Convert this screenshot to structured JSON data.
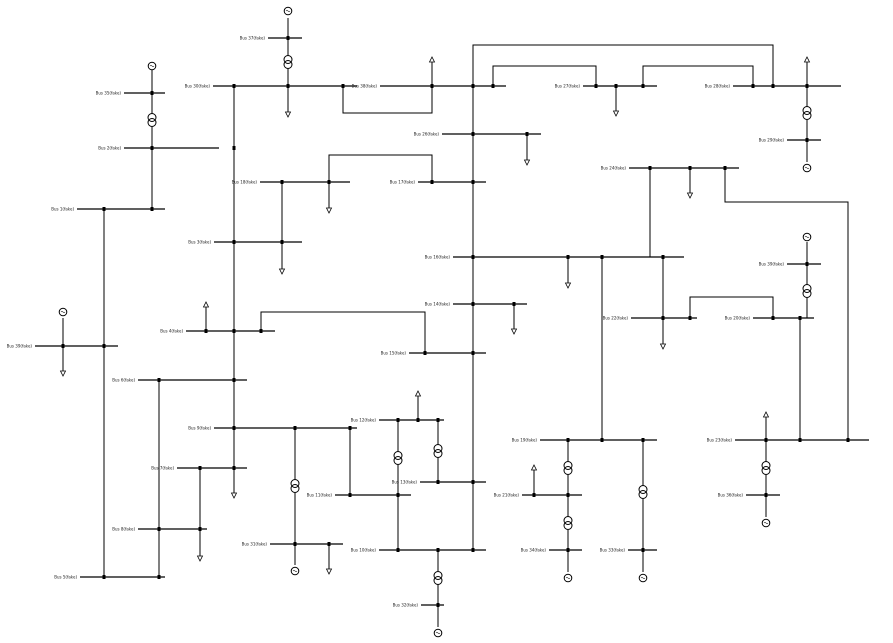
{
  "diagram": {
    "buses": [
      {
        "id": "bus-1",
        "label": "Bus 1(fake)"
      },
      {
        "id": "bus-2",
        "label": "Bus 2(fake)"
      },
      {
        "id": "bus-3",
        "label": "Bus 3(fake)"
      },
      {
        "id": "bus-4",
        "label": "Bus 4(fake)"
      },
      {
        "id": "bus-5",
        "label": "Bus 5(fake)"
      },
      {
        "id": "bus-6",
        "label": "Bus 6(fake)"
      },
      {
        "id": "bus-7",
        "label": "Bus 7(fake)"
      },
      {
        "id": "bus-8",
        "label": "Bus 8(fake)"
      },
      {
        "id": "bus-9",
        "label": "Bus 9(fake)"
      },
      {
        "id": "bus-10",
        "label": "Bus 10(fake)"
      },
      {
        "id": "bus-11",
        "label": "Bus 11(fake)"
      },
      {
        "id": "bus-12",
        "label": "Bus 12(fake)"
      },
      {
        "id": "bus-13",
        "label": "Bus 13(fake)"
      },
      {
        "id": "bus-14",
        "label": "Bus 14(fake)"
      },
      {
        "id": "bus-15",
        "label": "Bus 15(fake)"
      },
      {
        "id": "bus-16",
        "label": "Bus 16(fake)"
      },
      {
        "id": "bus-17",
        "label": "Bus 17(fake)"
      },
      {
        "id": "bus-18",
        "label": "Bus 18(fake)"
      },
      {
        "id": "bus-19",
        "label": "Bus 19(fake)"
      },
      {
        "id": "bus-20",
        "label": "Bus 20(fake)"
      },
      {
        "id": "bus-21",
        "label": "Bus 21(fake)"
      },
      {
        "id": "bus-22",
        "label": "Bus 22(fake)"
      },
      {
        "id": "bus-23",
        "label": "Bus 23(fake)"
      },
      {
        "id": "bus-24",
        "label": "Bus 24(fake)"
      },
      {
        "id": "bus-25",
        "label": "Bus 25(fake)"
      },
      {
        "id": "bus-26",
        "label": "Bus 26(fake)"
      },
      {
        "id": "bus-27",
        "label": "Bus 27(fake)"
      },
      {
        "id": "bus-28",
        "label": "Bus 28(fake)"
      },
      {
        "id": "bus-29",
        "label": "Bus 29(fake)"
      },
      {
        "id": "bus-30",
        "label": "Bus 30(fake)"
      },
      {
        "id": "bus-31",
        "label": "Bus 31(fake)"
      },
      {
        "id": "bus-32",
        "label": "Bus 32(fake)"
      },
      {
        "id": "bus-33",
        "label": "Bus 33(fake)"
      },
      {
        "id": "bus-34",
        "label": "Bus 34(fake)"
      },
      {
        "id": "bus-35",
        "label": "Bus 35(fake)"
      },
      {
        "id": "bus-36",
        "label": "Bus 36(fake)"
      },
      {
        "id": "bus-37",
        "label": "Bus 37(fake)"
      },
      {
        "id": "bus-38",
        "label": "Bus 38(fake)"
      },
      {
        "id": "bus-39",
        "label": "Bus 39(fake)"
      }
    ],
    "line_color": "#000000",
    "background": "#ffffff"
  }
}
